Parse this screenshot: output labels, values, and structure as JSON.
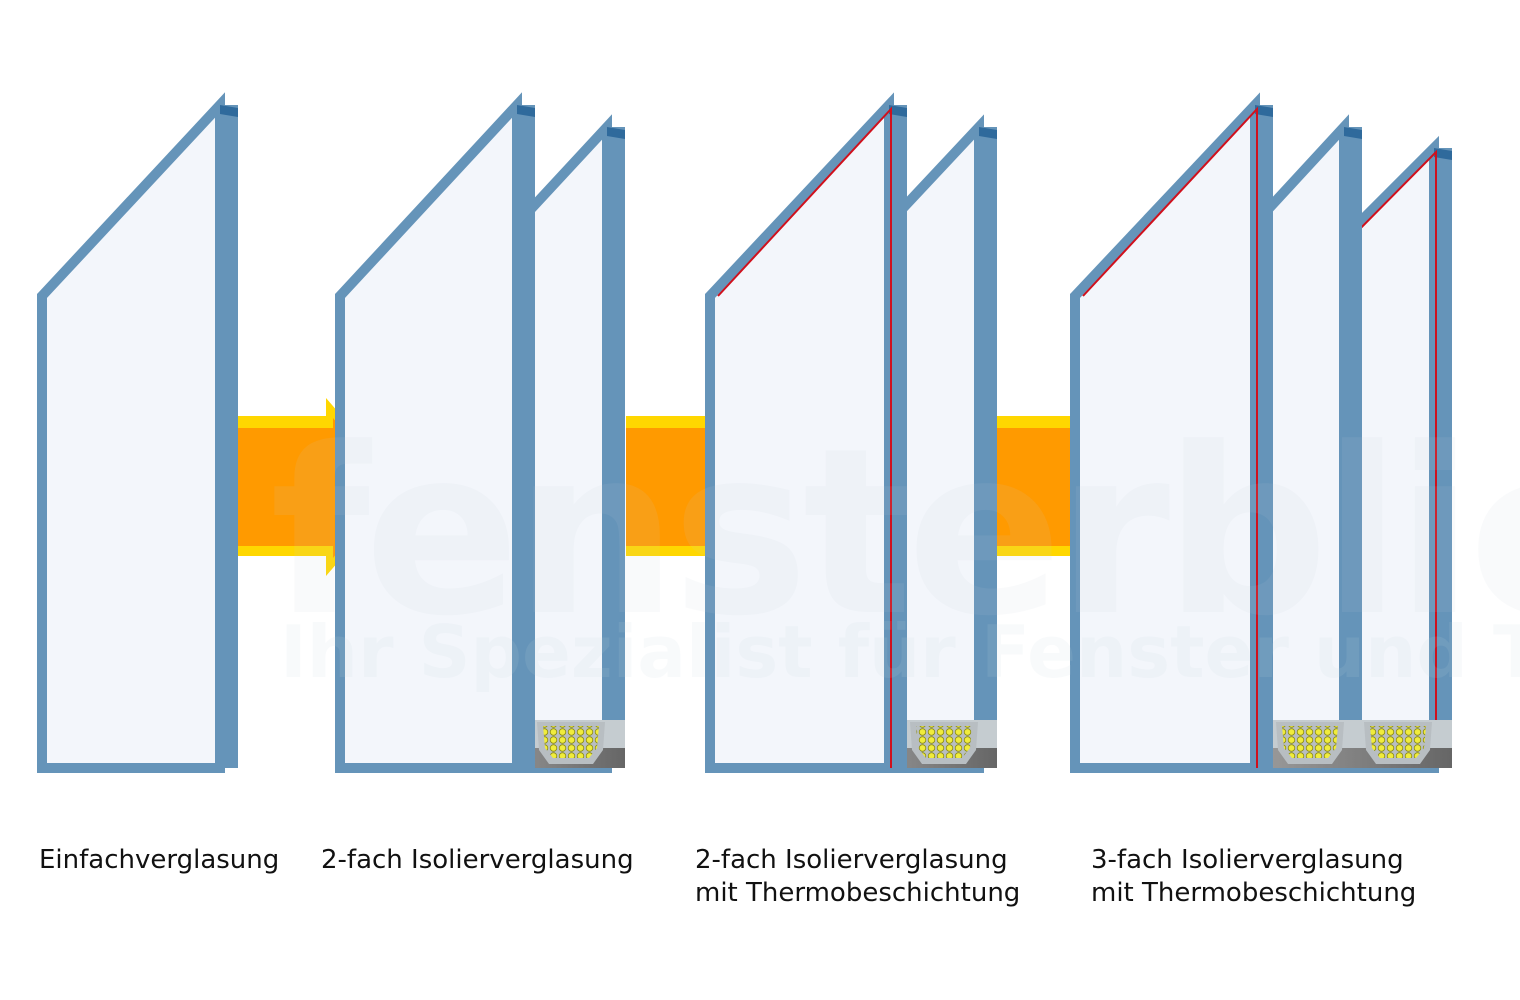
{
  "watermark": {
    "brand": "fensterblick",
    "tagline": "Ihr Spezialist für Fenster und Türen"
  },
  "labels": [
    {
      "line1": "Einfachverglasung",
      "line2": ""
    },
    {
      "line1": "2-fach Isolierverglasung",
      "line2": ""
    },
    {
      "line1": "2-fach Isolierverglasung",
      "line2": "mit Thermobeschichtung"
    },
    {
      "line1": "3-fach Isolierverglasung",
      "line2": "mit Thermobeschichtung"
    }
  ],
  "colors": {
    "glass_edge": "#6594b9",
    "glass_top": "#2f6a9c",
    "glass_face": "#f3f6fb",
    "coating": "#d0101c",
    "arrow": "#ff9a00",
    "arrow_outline": "#ffd700",
    "desiccant": "#e8e53a"
  }
}
